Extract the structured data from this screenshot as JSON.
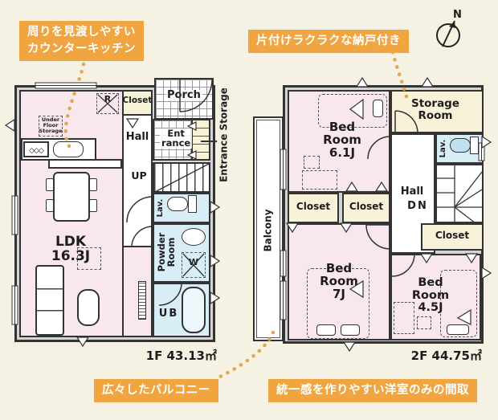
{
  "colors": {
    "accent_orange": "#f0a540",
    "dot_orange": "#e0a750",
    "room_pink": "#f9e7ee",
    "room_cream": "#f8f2d9",
    "room_blue": "#d9edf6",
    "wall_dark": "#333333",
    "background": "#f5f1e3"
  },
  "callouts": {
    "kitchen": "周りを見渡しやすい\nカウンターキッチン",
    "storage": "片付けラクラクな納戸付き",
    "balcony": "広々したバルコニー",
    "western_rooms": "統一感を作りやすい洋室のみの間取"
  },
  "compass": {
    "north": "N"
  },
  "floor1": {
    "area": "1F 43.13㎡",
    "labels": {
      "ldk": "LDK\n16.3J",
      "hall": "Hall",
      "up": "UP",
      "closet": "Closet",
      "porch": "Porch",
      "entrance": "Ent\nrance",
      "entrance_storage": "Entrance Storage",
      "lav": "Lav.",
      "powder": "Powder\nRoom",
      "washer": "W",
      "ub": "UB",
      "fridge": "R",
      "under_floor": "Under\nFloor\nStorage"
    }
  },
  "floor2": {
    "area": "2F 44.75㎡",
    "labels": {
      "bedroom1": "Bed\nRoom\n6.1J",
      "bedroom2": "Bed\nRoom\n7J",
      "bedroom3": "Bed\nRoom\n4.5J",
      "storage_room": "Storage\nRoom",
      "hall": "Hall",
      "dn": "DN",
      "lav": "Lav.",
      "closet_a": "Closet",
      "closet_b": "Closet",
      "closet_c": "Closet",
      "balcony": "Balcony"
    }
  }
}
